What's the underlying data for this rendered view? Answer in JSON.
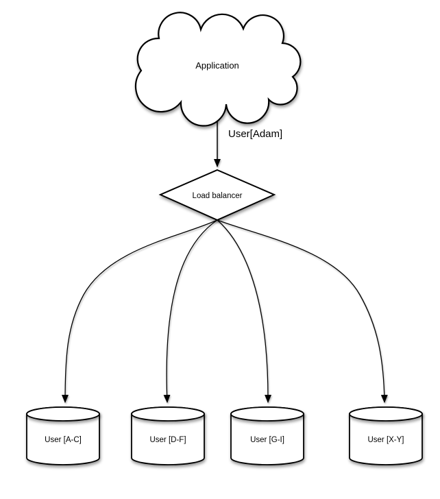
{
  "diagram": {
    "kind": "sharding-load-balancer-diagram",
    "nodes": {
      "application": {
        "label": "Application",
        "shape": "cloud"
      },
      "load_balancer": {
        "label": "Load balancer",
        "shape": "diamond"
      },
      "shards": [
        {
          "label": "User [A-C]",
          "shape": "cylinder"
        },
        {
          "label": "User [D-F]",
          "shape": "cylinder"
        },
        {
          "label": "User [G-I]",
          "shape": "cylinder"
        },
        {
          "label": "User [X-Y]",
          "shape": "cylinder"
        }
      ]
    },
    "edges": [
      {
        "from": "application",
        "to": "load_balancer",
        "label": "User[Adam]"
      },
      {
        "from": "load_balancer",
        "to": "shard-0",
        "label": ""
      },
      {
        "from": "load_balancer",
        "to": "shard-1",
        "label": ""
      },
      {
        "from": "load_balancer",
        "to": "shard-2",
        "label": ""
      },
      {
        "from": "load_balancer",
        "to": "shard-3",
        "label": ""
      }
    ],
    "colors": {
      "stroke": "#000000",
      "fill": "#ffffff",
      "background": "#ffffff",
      "text": "#000000"
    }
  }
}
